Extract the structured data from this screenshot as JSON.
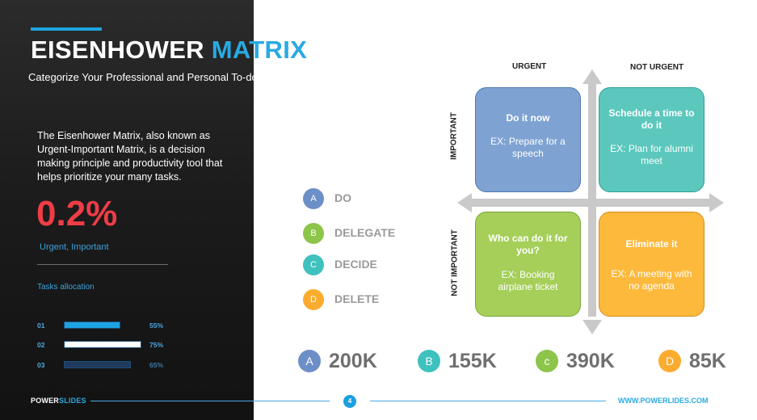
{
  "header": {
    "title_main": "EISENHOWER ",
    "title_accent": "MATRIX",
    "subtitle": "Categorize Your Professional and Personal To-dos"
  },
  "left": {
    "description": "The Eisenhower Matrix, also known as Urgent-Important Matrix, is a decision making principle and productivity tool that helps prioritize your many tasks.",
    "big_stat": "0.2%",
    "stat_label": "Urgent, Important",
    "alloc_label": "Tasks allocation",
    "bars": [
      {
        "num": "01",
        "pct": "55%",
        "value": 55,
        "color": "#1ea3e3"
      },
      {
        "num": "02",
        "pct": "75%",
        "value": 75,
        "color": "#ffffff"
      },
      {
        "num": "03",
        "pct": "65%",
        "value": 65,
        "color": "#1f3a5c"
      }
    ]
  },
  "matrix": {
    "col_urgent": "URGENT",
    "col_not_urgent": "NOT URGENT",
    "row_important": "IMPORTANT",
    "row_not_important": "NOT IMPORTANT",
    "quadrants": [
      {
        "title": "Do it now",
        "example": "EX: Prepare for a speech",
        "color": "#7ea3d3",
        "border": "#4e79b1"
      },
      {
        "title": "Schedule a time to do it",
        "example": "EX: Plan for alumni meet",
        "color": "#5cc8bd",
        "border": "#2e9f94"
      },
      {
        "title": "Who can do it for you?",
        "example": "EX: Booking airplane ticket",
        "color": "#a5cf59",
        "border": "#7aa83a"
      },
      {
        "title": "Eliminate it",
        "example": "EX: A meeting with no agenda",
        "color": "#fdb93c",
        "border": "#d48f15"
      }
    ]
  },
  "legend": [
    {
      "letter": "A",
      "label": "DO",
      "color": "#6d8fc8"
    },
    {
      "letter": "B",
      "label": "DELEGATE",
      "color": "#8dc44a"
    },
    {
      "letter": "C",
      "label": "DECIDE",
      "color": "#3fc1bd"
    },
    {
      "letter": "D",
      "label": "DELETE",
      "color": "#fbac2f"
    }
  ],
  "stats": [
    {
      "letter": "A",
      "value": "200K",
      "color": "#6d8fc8"
    },
    {
      "letter": "B",
      "value": "155K",
      "color": "#3fc1bd"
    },
    {
      "letter": "c",
      "value": "390K",
      "color": "#8dc44a"
    },
    {
      "letter": "D",
      "value": "85K",
      "color": "#fbac2f"
    }
  ],
  "footer": {
    "brand_main": "POWER",
    "brand_accent": "SLIDES",
    "page": "4",
    "url": "WWW.POWERLIDES.COM"
  },
  "colors": {
    "accent": "#29aae2",
    "stat_red": "#ee3d47",
    "arrow_gray": "#c9c9c9"
  }
}
